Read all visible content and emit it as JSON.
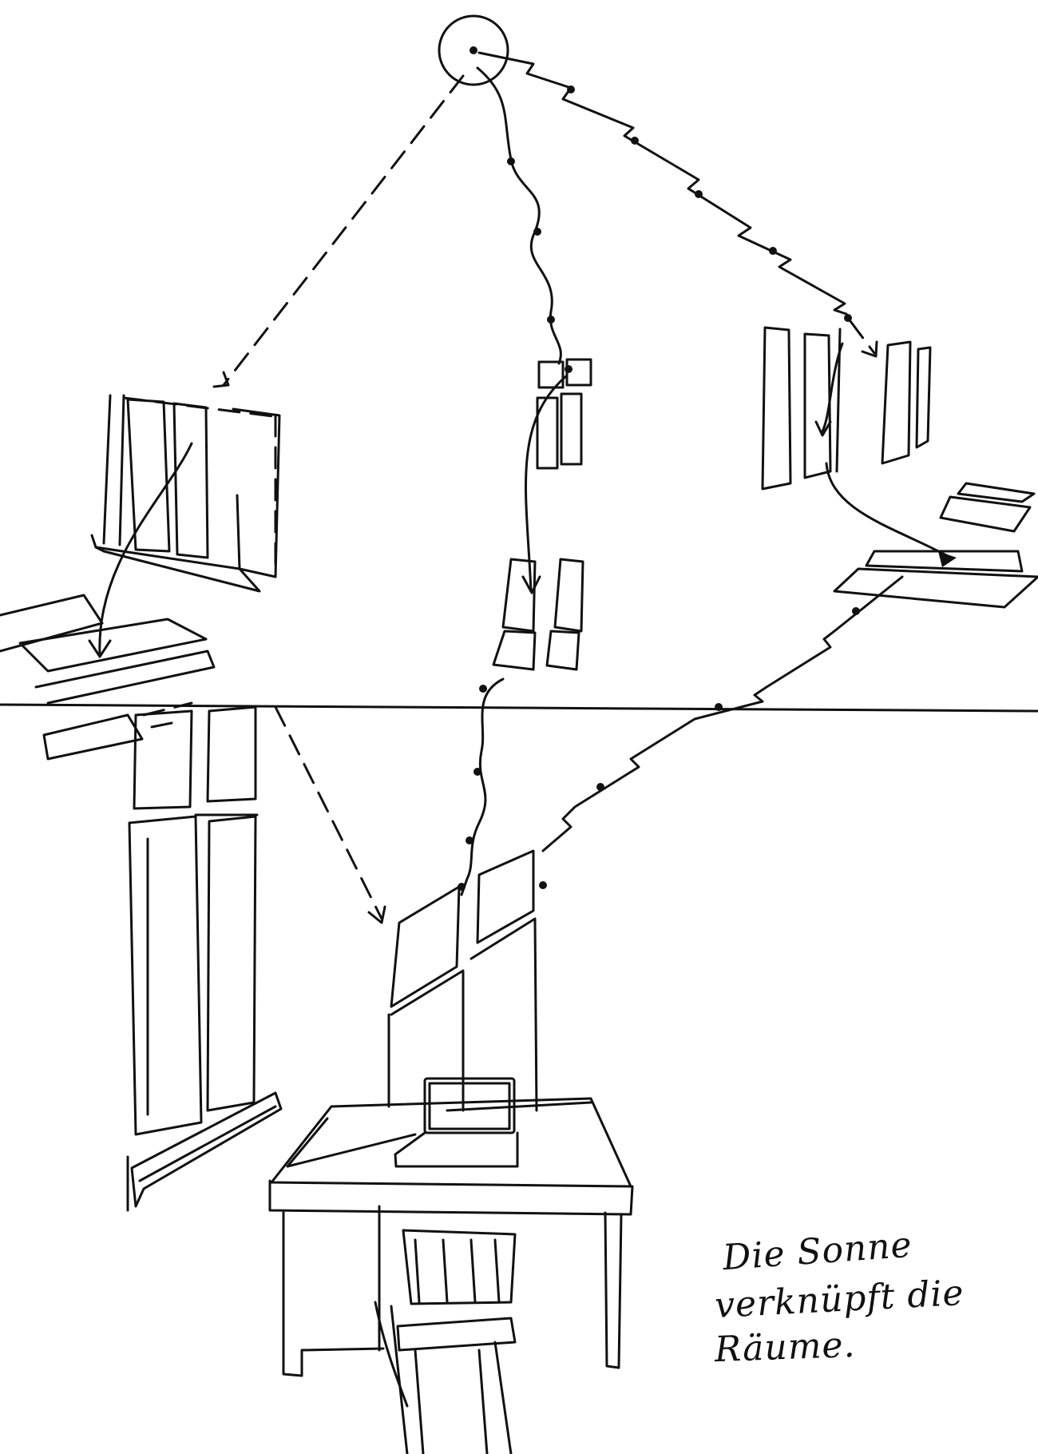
{
  "caption": {
    "line1": "Die Sonne",
    "line2": "verknüpft die",
    "line3": "Räume."
  }
}
